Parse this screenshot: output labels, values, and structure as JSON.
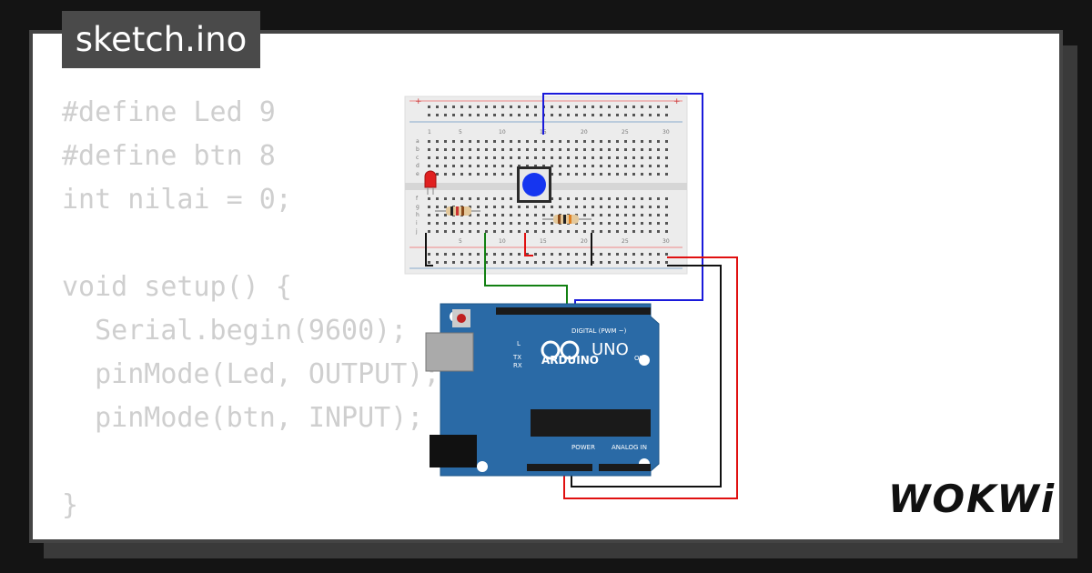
{
  "title": "sketch.ino",
  "code_lines": [
    "#define Led 9",
    "#define btn 8",
    "int nilai = 0;",
    "",
    "void setup() {",
    "  Serial.begin(9600);",
    "  pinMode(Led, OUTPUT);",
    "  pinMode(btn, INPUT);",
    "",
    "}"
  ],
  "breadboard": {
    "column_labels": [
      "1",
      "5",
      "10",
      "15",
      "20",
      "25",
      "30"
    ],
    "row_labels_top": [
      "a",
      "b",
      "c",
      "d",
      "e"
    ],
    "row_labels_bottom": [
      "f",
      "g",
      "h",
      "i",
      "j"
    ],
    "rail_plus": "+",
    "rail_minus": "-"
  },
  "arduino": {
    "model": "UNO",
    "brand": "ARDUINO",
    "digital_label": "DIGITAL (PWM ~)",
    "power_label": "POWER",
    "analog_label": "ANALOG IN",
    "on_label": "ON",
    "l_label": "L",
    "tx_label": "TX",
    "rx_label": "RX"
  },
  "logo": "WOKWi",
  "colors": {
    "wire_blue": "#1a1adb",
    "wire_red": "#e01010",
    "wire_black": "#111111",
    "wire_green": "#128012",
    "board_blue": "#2a6aa6",
    "button_blue": "#1535f0",
    "led_red": "#e02020"
  }
}
